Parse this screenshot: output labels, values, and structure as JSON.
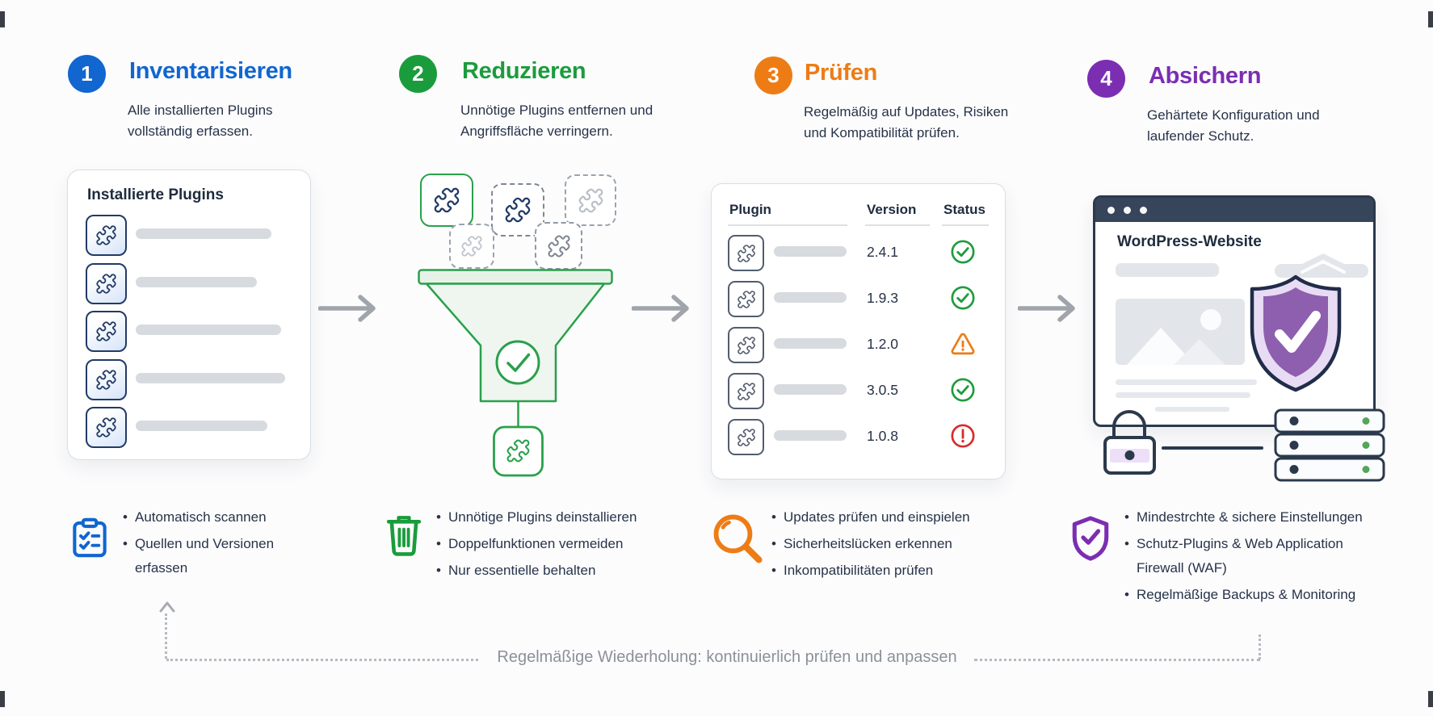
{
  "steps": [
    {
      "number": "1",
      "title": "Inventarisieren",
      "description": "Alle installierten Plugins vollständig erfassen.",
      "accent": "#1166d0",
      "icon": "clipboard-checklist-icon",
      "bullets": [
        "Automatisch scannen",
        "Quellen und Versionen erfassen"
      ]
    },
    {
      "number": "2",
      "title": "Reduzieren",
      "description": "Unnötige Plugins entfernen und Angriffsfläche verringern.",
      "accent": "#1b9c3c",
      "icon": "trash-icon",
      "bullets": [
        "Unnötige Plugins deinstallieren",
        "Doppelfunktionen vermeiden",
        "Nur essentielle behalten"
      ]
    },
    {
      "number": "3",
      "title": "Prüfen",
      "description": "Regelmäßig auf Updates, Risiken und Kompatibilität prüfen.",
      "accent": "#ee7c15",
      "icon": "magnifier-icon",
      "bullets": [
        "Updates prüfen und einspielen",
        "Sicherheitslücken erkennen",
        "Inkompatibilitäten prüfen"
      ]
    },
    {
      "number": "4",
      "title": "Absichern",
      "description": "Gehärtete Konfiguration und laufender Schutz.",
      "accent": "#7b2eb2",
      "icon": "shield-check-icon",
      "bullets": [
        "Mindestrchte & sichere Einstellungen",
        "Schutz-Plugins & Web Application Firewall (WAF)",
        "Regelmäßige Backups & Monitoring"
      ]
    }
  ],
  "plugin_panel": {
    "title": "Installierte Plugins",
    "row_count": 5
  },
  "plugin_table": {
    "headers": {
      "plugin": "Plugin",
      "version": "Version",
      "status": "Status"
    },
    "rows": [
      {
        "version": "2.4.1",
        "status": "ok"
      },
      {
        "version": "1.9.3",
        "status": "ok"
      },
      {
        "version": "1.2.0",
        "status": "warning"
      },
      {
        "version": "3.0.5",
        "status": "ok"
      },
      {
        "version": "1.0.8",
        "status": "error"
      }
    ]
  },
  "website": {
    "title": "WordPress-Website"
  },
  "loop": {
    "label": "Regelmäßige Wiederholung: kontinuierlich prüfen und anpassen"
  },
  "colors": {
    "ok": "#1f9c3d",
    "warning": "#ee7c15",
    "error": "#d92b2b",
    "funnel_green": "#2aa04b",
    "navy": "#2b394c",
    "bar_gray": "#d7dade"
  },
  "icons": [
    "puzzle-icon",
    "check-circle-icon",
    "warning-triangle-icon",
    "error-circle-icon",
    "clipboard-checklist-icon",
    "trash-icon",
    "magnifier-icon",
    "shield-check-icon",
    "lock-icon",
    "server-stack-icon",
    "arrow-right-icon",
    "browser-window"
  ]
}
